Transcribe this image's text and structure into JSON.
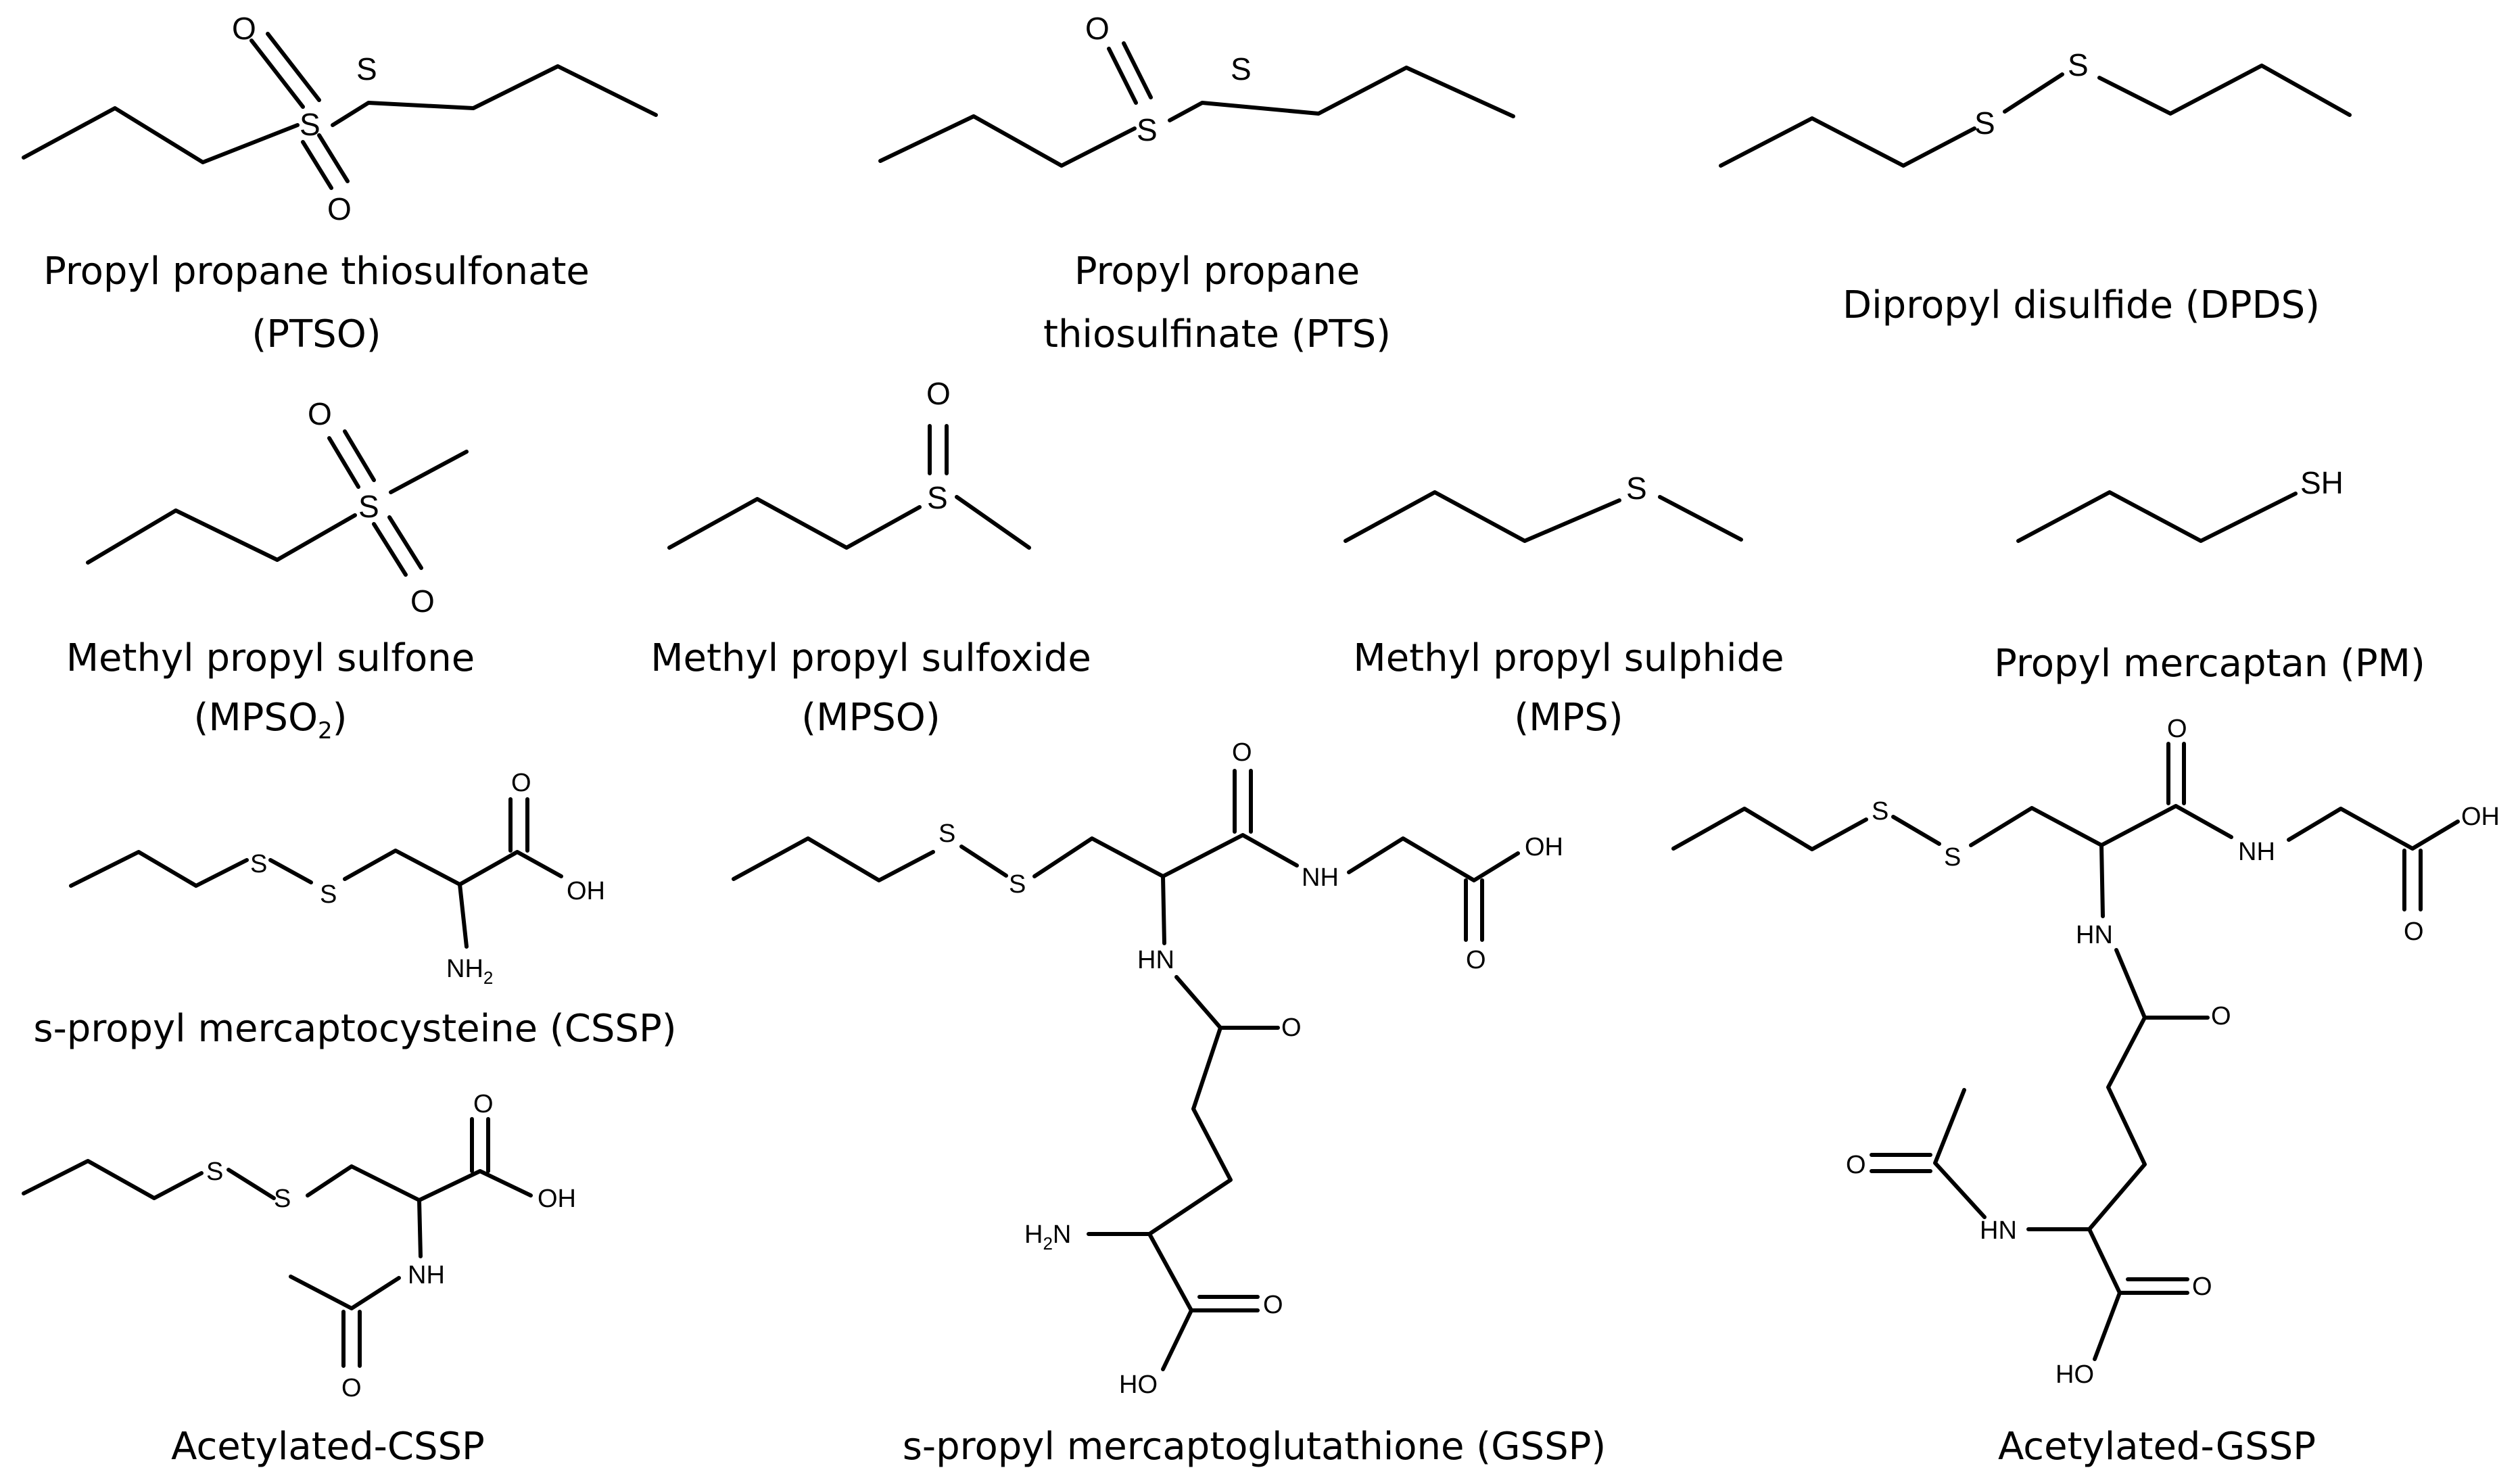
{
  "compounds": [
    {
      "id": "ptso",
      "name_line1": "Propyl propane thiosulfonate",
      "name_line2": "(PTSO)"
    },
    {
      "id": "pts",
      "name_line1": "Propyl propane",
      "name_line2": "thiosulfinate (PTS)"
    },
    {
      "id": "dpds",
      "name_line1": "Dipropyl disulfide (DPDS)"
    },
    {
      "id": "mpso2",
      "name_line1": "Methyl propyl sulfone",
      "name_line2_main": "(MPSO",
      "name_line2_sub": "2",
      "name_line2_end": ")"
    },
    {
      "id": "mpso",
      "name_line1": "Methyl propyl sulfoxide",
      "name_line2": "(MPSO)"
    },
    {
      "id": "mps",
      "name_line1": "Methyl propyl sulphide",
      "name_line2": "(MPS)"
    },
    {
      "id": "pm",
      "name_line1": "Propyl mercaptan (PM)"
    },
    {
      "id": "cssp",
      "name_line1": "s-propyl mercaptocysteine (CSSP)"
    },
    {
      "id": "gssp",
      "name_line1": "s-propyl mercaptoglutathione (GSSP)"
    },
    {
      "id": "acetyl_cssp",
      "name_line1": "Acetylated-CSSP"
    },
    {
      "id": "acetyl_gssp",
      "name_line1": "Acetylated-GSSP"
    }
  ],
  "atoms": {
    "S": "S",
    "O": "O",
    "SH": "SH",
    "OH": "OH",
    "HO": "HO",
    "NH": "NH",
    "HN": "HN",
    "NH2_main": "NH",
    "H2N_H": "H",
    "H2N_N": "N",
    "sub2": "2"
  }
}
